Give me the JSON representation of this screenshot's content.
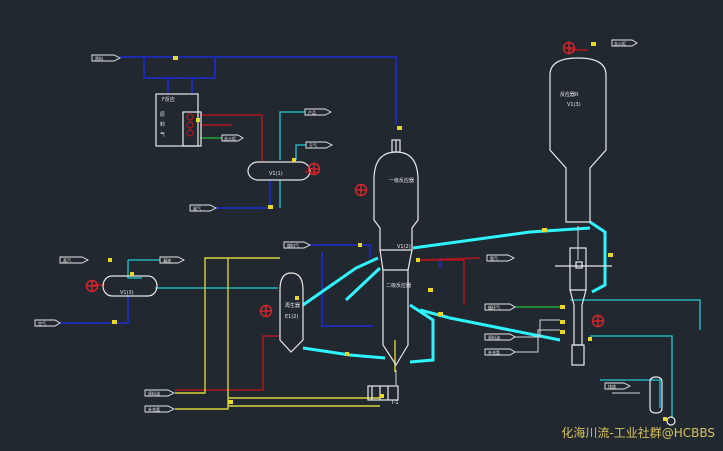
{
  "drawing": {
    "background_color": "#212830",
    "line_colors": {
      "blue": "#1c2bd6",
      "cyan": "#20c9d8",
      "bright_cyan": "#2ff4ff",
      "red": "#b0161c",
      "yellow": "#d7d43a",
      "green": "#21a83a",
      "white": "#e8e8e8"
    },
    "valve_color": "#d9262c",
    "tag_color": "#e8d82c"
  },
  "labels": {
    "v1_name": "一级反应器",
    "v1_tag": "V1(2)",
    "v2_name": "二级反应器",
    "v3_name": "再生器",
    "v3_tag": "E1(2)",
    "v4_name": "反应器R",
    "v4_tag": "V1(3)",
    "v5_tag": "V1(3)",
    "v6_tag": "V1(1)",
    "v7_tag": "T-1",
    "panel_title": "F反应",
    "panel_items": [
      "原",
      "料",
      "气"
    ]
  },
  "stream_labels": [
    "原料",
    "产品",
    "去火炬",
    "干气",
    "尾气",
    "燃料气",
    "蒸汽",
    "凝液",
    "空气",
    "氮气",
    "循环气",
    "原料油",
    "补充氢",
    "排放"
  ],
  "watermark": "化海川流-工业社群@HCBBS"
}
